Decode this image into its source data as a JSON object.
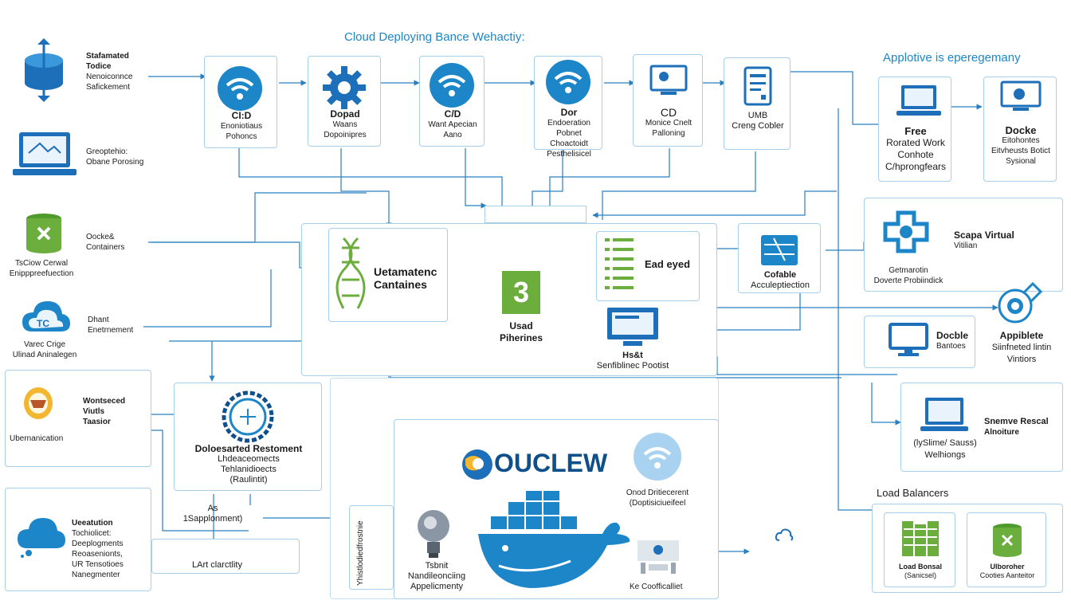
{
  "colors": {
    "accent": "#1c86c8",
    "line": "#2a7fc0",
    "box": "#a8cfe8",
    "green": "#6cae3e",
    "dark": "#0f4f8a"
  },
  "titles": {
    "main": "Cloud Deploying Bance Wehactiy:",
    "right": "Applotive is eperegemany"
  },
  "left_items": [
    {
      "icon": "db-arrows-icon",
      "lines": [
        "Stafamated",
        "Todice",
        "Nenoiconnce",
        "Safickement"
      ]
    },
    {
      "icon": "laptop-icon",
      "lines": [
        "Greoptehio:",
        "Obane Porosing"
      ]
    },
    {
      "icon": "container-icon",
      "lines": [
        "Oocke&",
        "Containers"
      ],
      "sub": [
        "TsCiow Cerwal",
        "Enipppreefuection"
      ]
    },
    {
      "icon": "cloud-icon",
      "lines": [
        "Dhant",
        "Enetrnement"
      ],
      "sub": [
        "Varec Crige",
        "Ulinad Aninalegen"
      ]
    },
    {
      "icon": "shield-icon",
      "lines": [
        "Wontseced",
        "Viutls",
        "Taasior"
      ],
      "sub": [
        "Ubernanication"
      ]
    },
    {
      "icon": "cloud-icon",
      "lines": [
        "Ueeatution",
        "Tochiolicet:",
        "Deeplogments",
        "Reoasenionts,",
        "UR Tensotioes",
        "Nanegmenter"
      ]
    }
  ],
  "top_row": [
    {
      "icon": "wifi-icon",
      "lines": [
        "CI:D",
        "Enoniotiaus",
        "Pohoncs"
      ]
    },
    {
      "icon": "gear-icon",
      "lines": [
        "Dopad",
        "Waans",
        "Dopoinipres"
      ]
    },
    {
      "icon": "wifi-icon",
      "lines": [
        "C/D",
        "Want Apecian",
        "Aano"
      ]
    },
    {
      "icon": "wifi-icon",
      "lines": [
        "Dor",
        "Endoeration",
        "Pobnet",
        "Choactoidt",
        "Pesthelisicel"
      ]
    },
    {
      "icon": "monitor-icon",
      "lines": [
        "CD",
        "Monice Cnelt",
        "Palloning"
      ]
    },
    {
      "icon": "document-icon",
      "lines": [
        "UMB",
        "Creng Cobler"
      ]
    }
  ],
  "right_col": [
    {
      "icon": "laptop-icon",
      "lines": [
        "Free",
        "Rorated Work",
        "Conhote",
        "C/hprongfears"
      ]
    },
    {
      "icon": "monitor-icon",
      "lines": [
        "Docke",
        "Eitohontes",
        "Eitvheusts Botict",
        "Sysional"
      ]
    },
    {
      "icon": "puzzle-icon",
      "lines": [
        "Getmarotin",
        "Doverte Probiindick"
      ]
    },
    {
      "icon": "none",
      "lines": [
        "Scapa Virtual",
        "Vitilian"
      ]
    },
    {
      "icon": "monitor-icon",
      "lines": [
        "Docble",
        "Bantoes"
      ]
    },
    {
      "icon": "camera-icon",
      "lines": [
        "Appiblete",
        "Siinfneted lintin",
        "Vintiors"
      ]
    },
    {
      "icon": "laptop-icon",
      "lines": [
        "Snemve Rescal",
        "Alnoiture"
      ],
      "sub": [
        "(lySlime/ Sauss)",
        "Welhiongs"
      ]
    },
    {
      "lines": [
        "Load Balancers"
      ]
    },
    {
      "icon": "server-icon",
      "lines": [
        "Load Bonsal",
        "(Sanicsel)"
      ]
    },
    {
      "icon": "container-icon",
      "lines": [
        "Ulboroher",
        "Cooties Aanteitor"
      ]
    }
  ],
  "center": {
    "cluster_label": [
      "Uetamatenc",
      "Cantaines"
    ],
    "badge_number": "3",
    "badge_label": [
      "Usad",
      "Piherines"
    ],
    "ead_label": "Ead eyed",
    "cofable": [
      "Cofable",
      "Acculeptiection"
    ],
    "host": [
      "Hs&t",
      "Senfiblinec Pootist"
    ],
    "restore": [
      "Doloesarted Restoment",
      "Lhdeaceomects",
      "Tehlanidioects",
      "(Raulintit)"
    ],
    "as_label": [
      "As",
      "1Sapplonment)"
    ],
    "lart": "LArt clarctlity",
    "logo": "OUCLEW",
    "ocd": [
      "Onod Dritiecerent",
      "(Doptisiciueifeel"
    ],
    "vertical_label": "Yhistlodiedfrostnie",
    "bulb": [
      "Tsbnit",
      "Nandileonciing",
      "Appelicmenty"
    ],
    "coflict": "Ke Coofficalliet"
  }
}
